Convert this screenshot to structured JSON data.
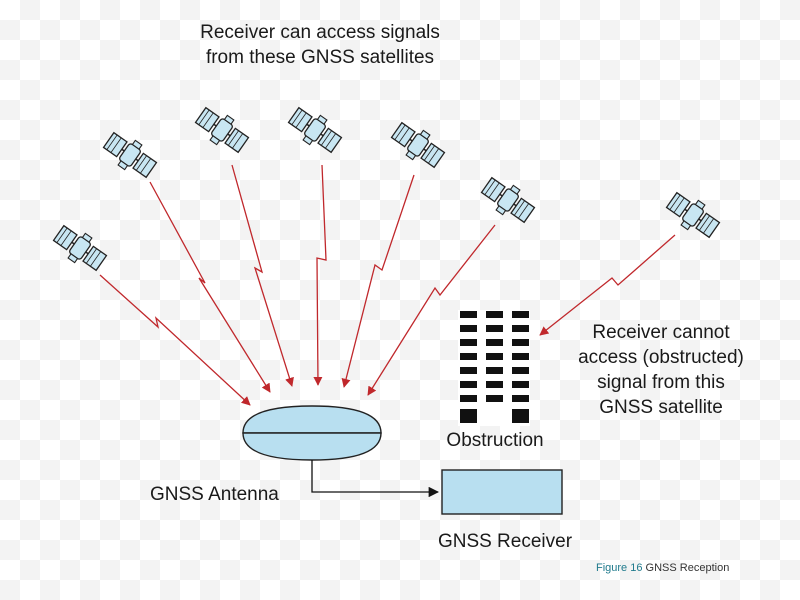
{
  "labels": {
    "top_caption_line1": "Receiver can access signals",
    "top_caption_line2": "from these GNSS satellites",
    "blocked_line1": "Receiver cannot",
    "blocked_line2": "access (obstructed)",
    "blocked_line3": "signal from this",
    "blocked_line4": "GNSS satellite",
    "obstruction": "Obstruction",
    "antenna": "GNSS Antenna",
    "receiver": "GNSS Receiver"
  },
  "figure_caption": {
    "number": "Figure 16",
    "title": "GNSS Reception"
  },
  "colors": {
    "signal": "#c0282c",
    "satellite_fill": "#c8e6f2",
    "antenna_fill": "#b8dff0",
    "receiver_fill": "#b8dff0",
    "building": "#111111",
    "connector": "#111111"
  },
  "icons": {
    "satellite": "satellite-icon",
    "building": "building-icon",
    "antenna": "antenna-dish-icon",
    "receiver": "receiver-box-icon"
  }
}
